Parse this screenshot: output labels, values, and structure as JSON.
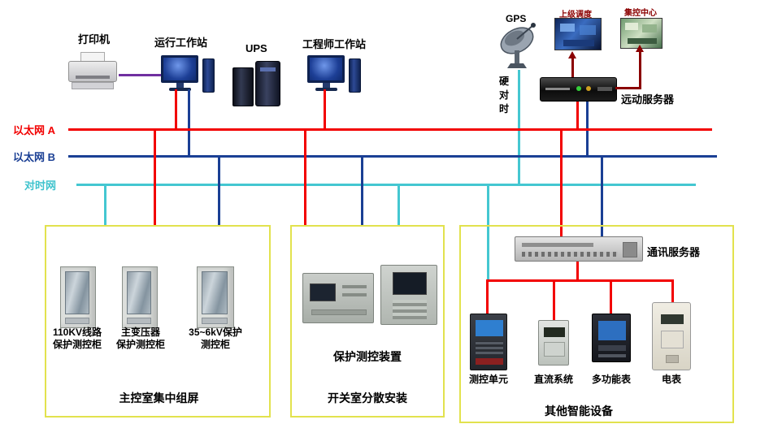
{
  "colors": {
    "ethernet_a": "#f20000",
    "ethernet_b": "#1a3f94",
    "time_sync": "#44c7d1",
    "uplink_arrows": "#8b0000",
    "printer_link": "#7030a0",
    "zone_border": "#e2e24e"
  },
  "devices": {
    "printer": {
      "label": "打印机"
    },
    "operator_workstation": {
      "label": "运行工作站"
    },
    "ups": {
      "label": "UPS"
    },
    "engineer_workstation": {
      "label": "工程师工作站"
    },
    "gps": {
      "label": "GPS"
    },
    "hard_time_sync": {
      "label": "硬对时",
      "chars": [
        "硬",
        "对",
        "时"
      ]
    },
    "superior_dispatch": {
      "label": "上级调度"
    },
    "central_control": {
      "label": "集控中心"
    },
    "telecontrol_server": {
      "label": "远动服务器"
    }
  },
  "buses": {
    "ethernet_a": {
      "label": "以太网 A"
    },
    "ethernet_b": {
      "label": "以太网 B"
    },
    "time_sync": {
      "label": "对时网"
    }
  },
  "zones": {
    "main_control_room": {
      "title": "主控室集中组屏",
      "cabinets": [
        {
          "line1": "110KV线路",
          "line2": "保护测控柜"
        },
        {
          "line1": "主变压器",
          "line2": "保护测控柜"
        },
        {
          "line1": "35~6kV保护",
          "line2": "测控柜"
        }
      ]
    },
    "switch_room": {
      "title": "开关室分散安装",
      "device_label": "保护测控装置"
    },
    "other_smart_devices": {
      "title": "其他智能设备",
      "comm_server_label": "通讯服务器",
      "devices": [
        {
          "label": "测控单元"
        },
        {
          "label": "直流系统"
        },
        {
          "label": "多功能表"
        },
        {
          "label": "电表"
        }
      ]
    }
  }
}
